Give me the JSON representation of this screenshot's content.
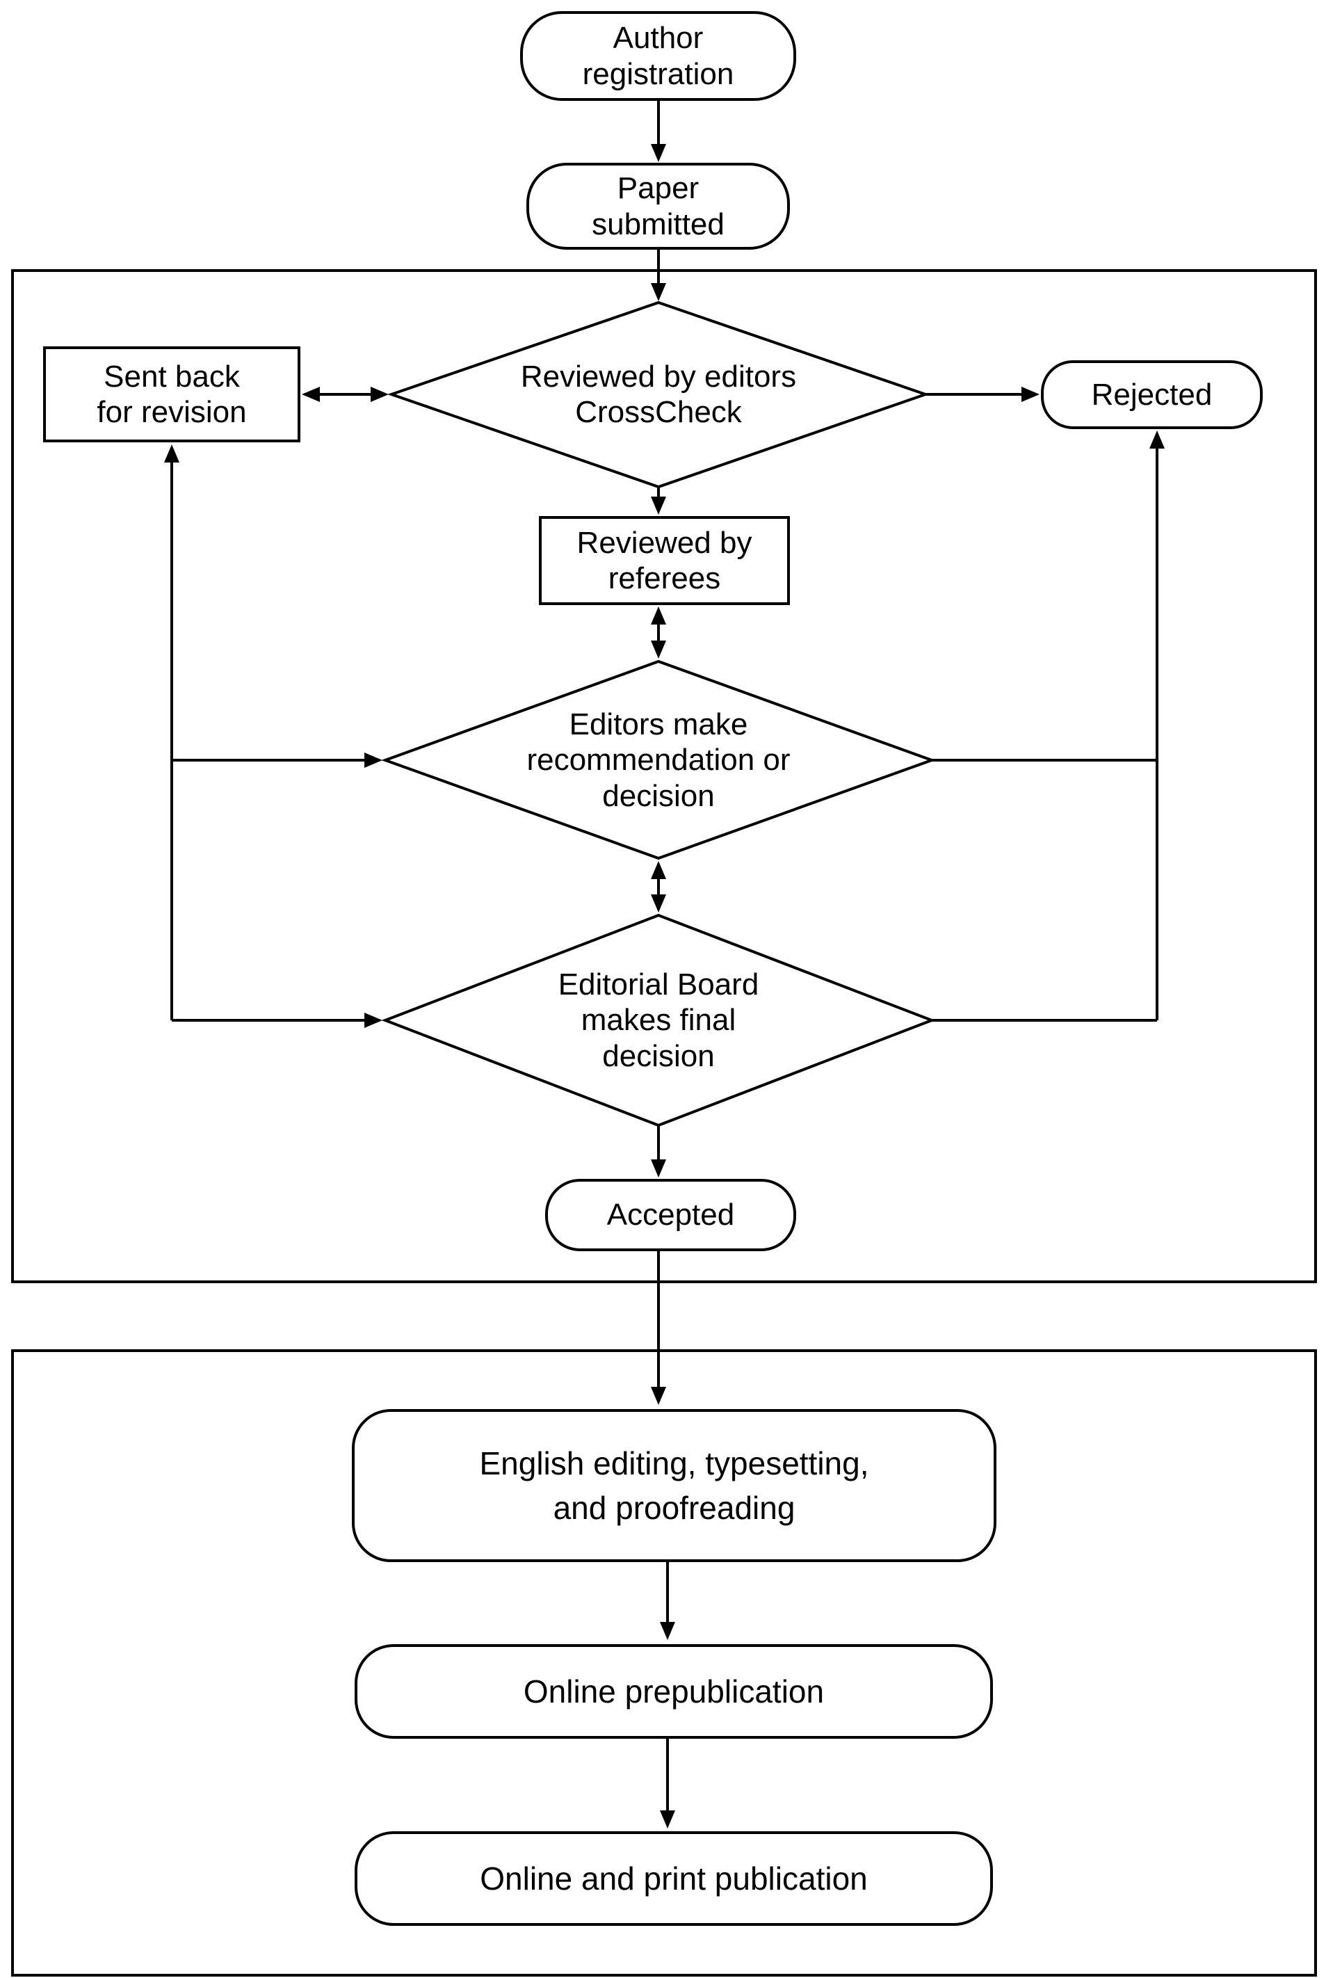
{
  "colors": {
    "stroke": "#000000",
    "fill": "#ffffff",
    "text": "#000000"
  },
  "nodes": {
    "author_registration": {
      "type": "stadium",
      "lines": [
        "Author",
        "registration"
      ]
    },
    "paper_submitted": {
      "type": "stadium",
      "lines": [
        "Paper",
        "submitted"
      ]
    },
    "reviewed_by_editors": {
      "type": "decision",
      "lines": [
        "Reviewed by editors",
        "CrossCheck"
      ]
    },
    "sent_back_for_revision": {
      "type": "process",
      "lines": [
        "Sent back",
        "for revision"
      ]
    },
    "rejected": {
      "type": "stadium",
      "lines": [
        "Rejected"
      ]
    },
    "reviewed_by_referees": {
      "type": "process",
      "lines": [
        "Reviewed by",
        "referees"
      ]
    },
    "editors_recommendation": {
      "type": "decision",
      "lines": [
        "Editors make",
        "recommendation or",
        "decision"
      ]
    },
    "editorial_board_decision": {
      "type": "decision",
      "lines": [
        "Editorial Board",
        "makes final",
        "decision"
      ]
    },
    "accepted": {
      "type": "stadium",
      "lines": [
        "Accepted"
      ]
    },
    "english_editing": {
      "type": "rounded",
      "lines": [
        "English editing, typesetting,",
        "and proofreading"
      ]
    },
    "online_prepublication": {
      "type": "rounded",
      "lines": [
        "Online prepublication"
      ]
    },
    "online_print_publication": {
      "type": "rounded",
      "lines": [
        "Online and print publication"
      ]
    }
  },
  "edges": [
    {
      "from": "author_registration",
      "to": "paper_submitted",
      "direction": "one-way"
    },
    {
      "from": "paper_submitted",
      "to": "reviewed_by_editors",
      "direction": "one-way"
    },
    {
      "from": "reviewed_by_editors",
      "to": "sent_back_for_revision",
      "direction": "two-way"
    },
    {
      "from": "reviewed_by_editors",
      "to": "rejected",
      "direction": "one-way"
    },
    {
      "from": "reviewed_by_editors",
      "to": "reviewed_by_referees",
      "direction": "one-way"
    },
    {
      "from": "reviewed_by_referees",
      "to": "editors_recommendation",
      "direction": "two-way"
    },
    {
      "from": "editors_recommendation",
      "to": "editorial_board_decision",
      "direction": "two-way"
    },
    {
      "from": "sent_back_for_revision",
      "to": "editors_recommendation",
      "direction": "two-way"
    },
    {
      "from": "sent_back_for_revision",
      "to": "editorial_board_decision",
      "direction": "two-way"
    },
    {
      "from": "editors_recommendation",
      "to": "rejected",
      "direction": "one-way"
    },
    {
      "from": "editorial_board_decision",
      "to": "rejected",
      "direction": "one-way"
    },
    {
      "from": "editorial_board_decision",
      "to": "accepted",
      "direction": "one-way"
    },
    {
      "from": "accepted",
      "to": "english_editing",
      "direction": "one-way"
    },
    {
      "from": "english_editing",
      "to": "online_prepublication",
      "direction": "one-way"
    },
    {
      "from": "online_prepublication",
      "to": "online_print_publication",
      "direction": "one-way"
    }
  ]
}
